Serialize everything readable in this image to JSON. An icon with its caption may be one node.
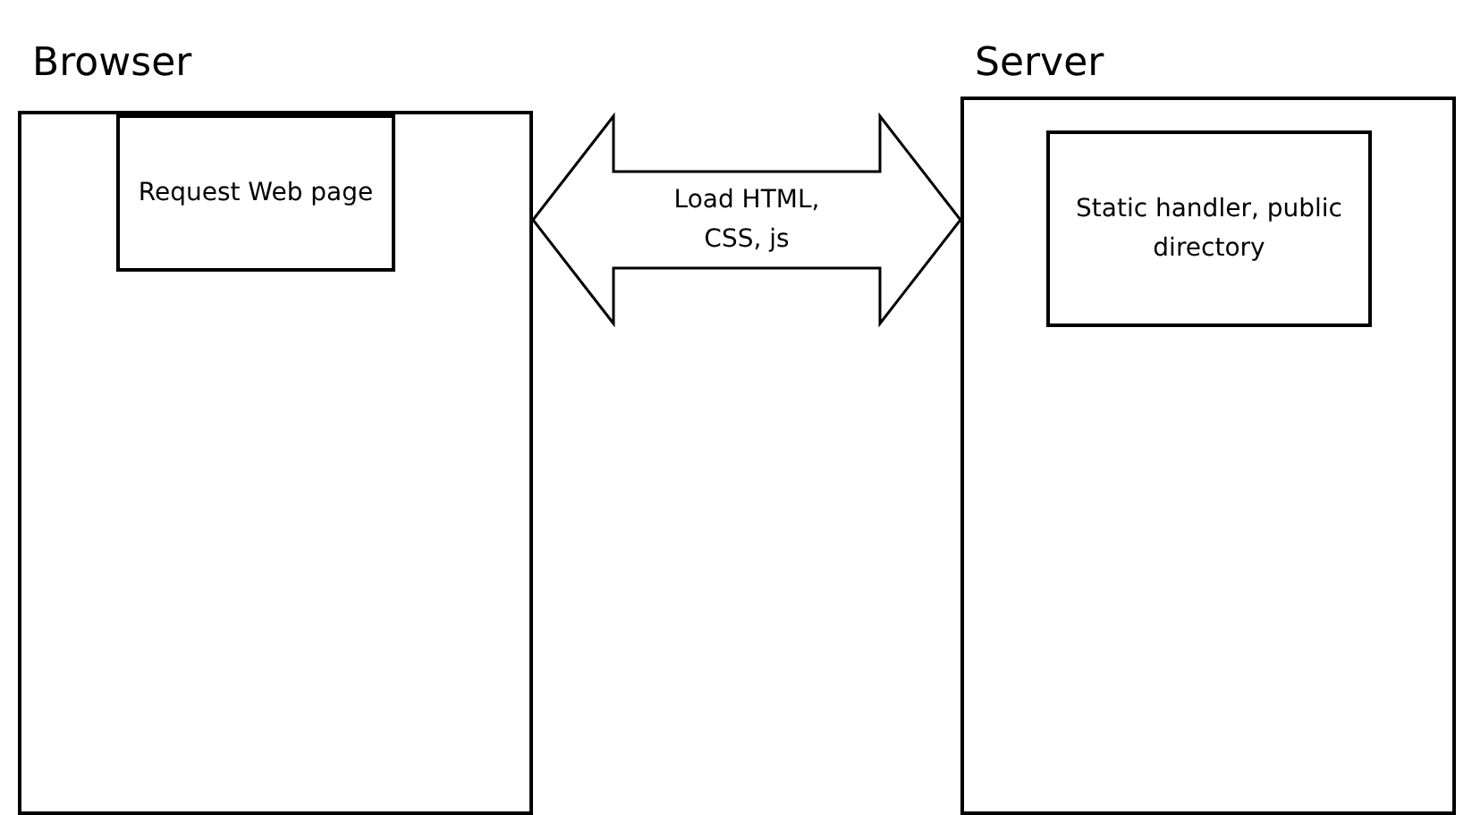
{
  "diagram": {
    "nodes": [
      {
        "text": [
          "Browser"
        ]
      },
      {
        "text": [
          "Request Web page"
        ],
        "in": 0
      },
      {
        "text": [
          "Server"
        ]
      },
      {
        "text": [
          "Static handler, public directory"
        ],
        "in": 2
      }
    ],
    "edges": [
      {
        "from": 0,
        "to": 2,
        "arrow": "both",
        "label": "Load HTML, CSS, js"
      }
    ]
  }
}
